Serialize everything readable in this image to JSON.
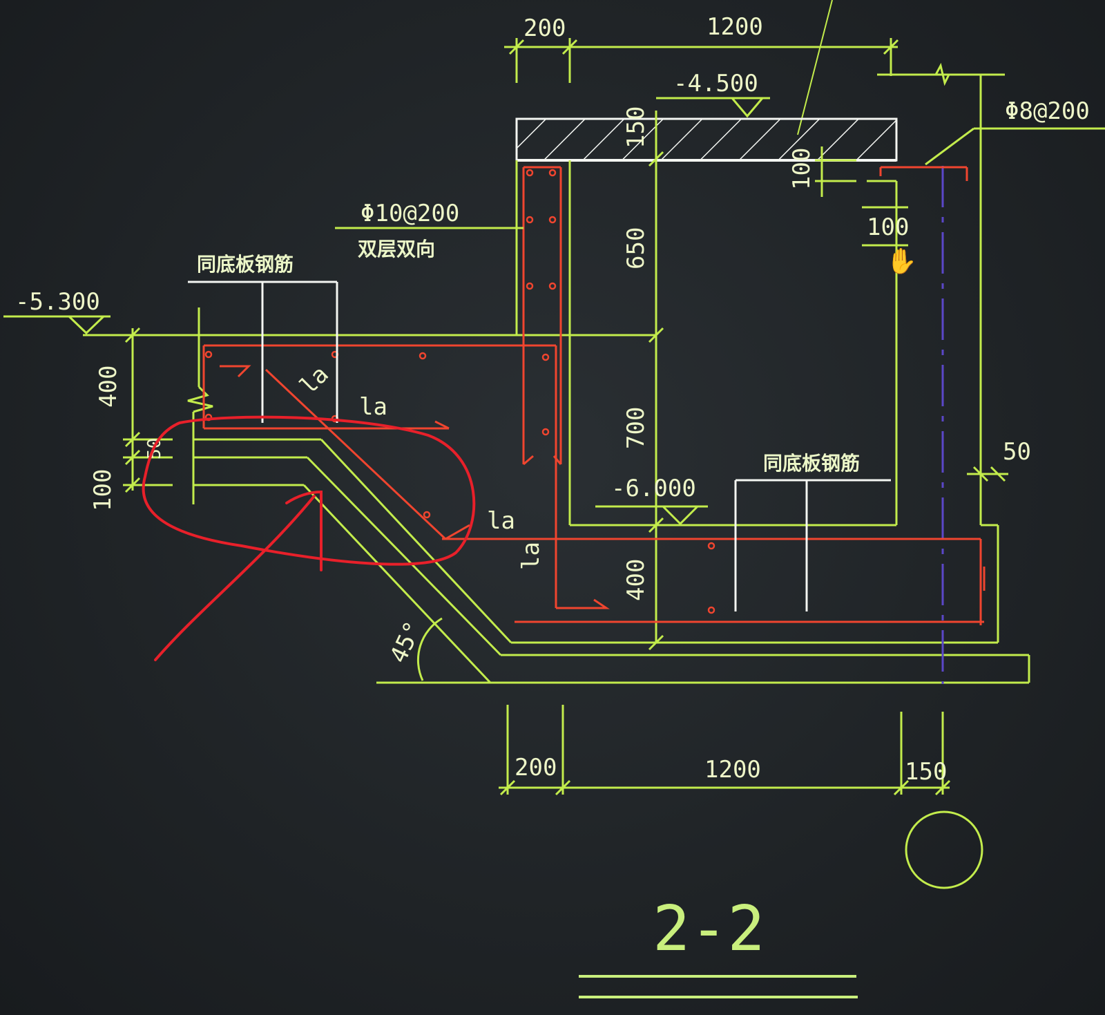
{
  "section_title": "2-2",
  "elevations": {
    "top": "-4.500",
    "left": "-5.300",
    "bottom": "-6.000"
  },
  "rebar_labels": {
    "left_wall": "Φ10@200",
    "left_wall_note": "双层双向",
    "right_wall": "Φ8@200",
    "same_as_floor_left": "同底板钢筋",
    "same_as_floor_right": "同底板钢筋"
  },
  "dimensions": {
    "top_left": "200",
    "top_main": "1200",
    "slab_thickness": "150",
    "upper_wall": "650",
    "lower_wall": "700",
    "bottom_slab": "400",
    "right_100a": "100",
    "right_100b": "100",
    "right_50": "50",
    "left_400": "400",
    "left_50": "50",
    "left_100": "100",
    "bottom_left": "200",
    "bottom_main": "1200",
    "bottom_right": "150",
    "angle": "45°"
  },
  "anchorage": {
    "la1": "la",
    "la2": "la",
    "la3": "la",
    "la4": "la"
  },
  "colors": {
    "green": "#c3ec4c",
    "white": "#f4f6f2",
    "red": "#f0452f",
    "background": "#1f2326",
    "markup": "#e8202a"
  }
}
